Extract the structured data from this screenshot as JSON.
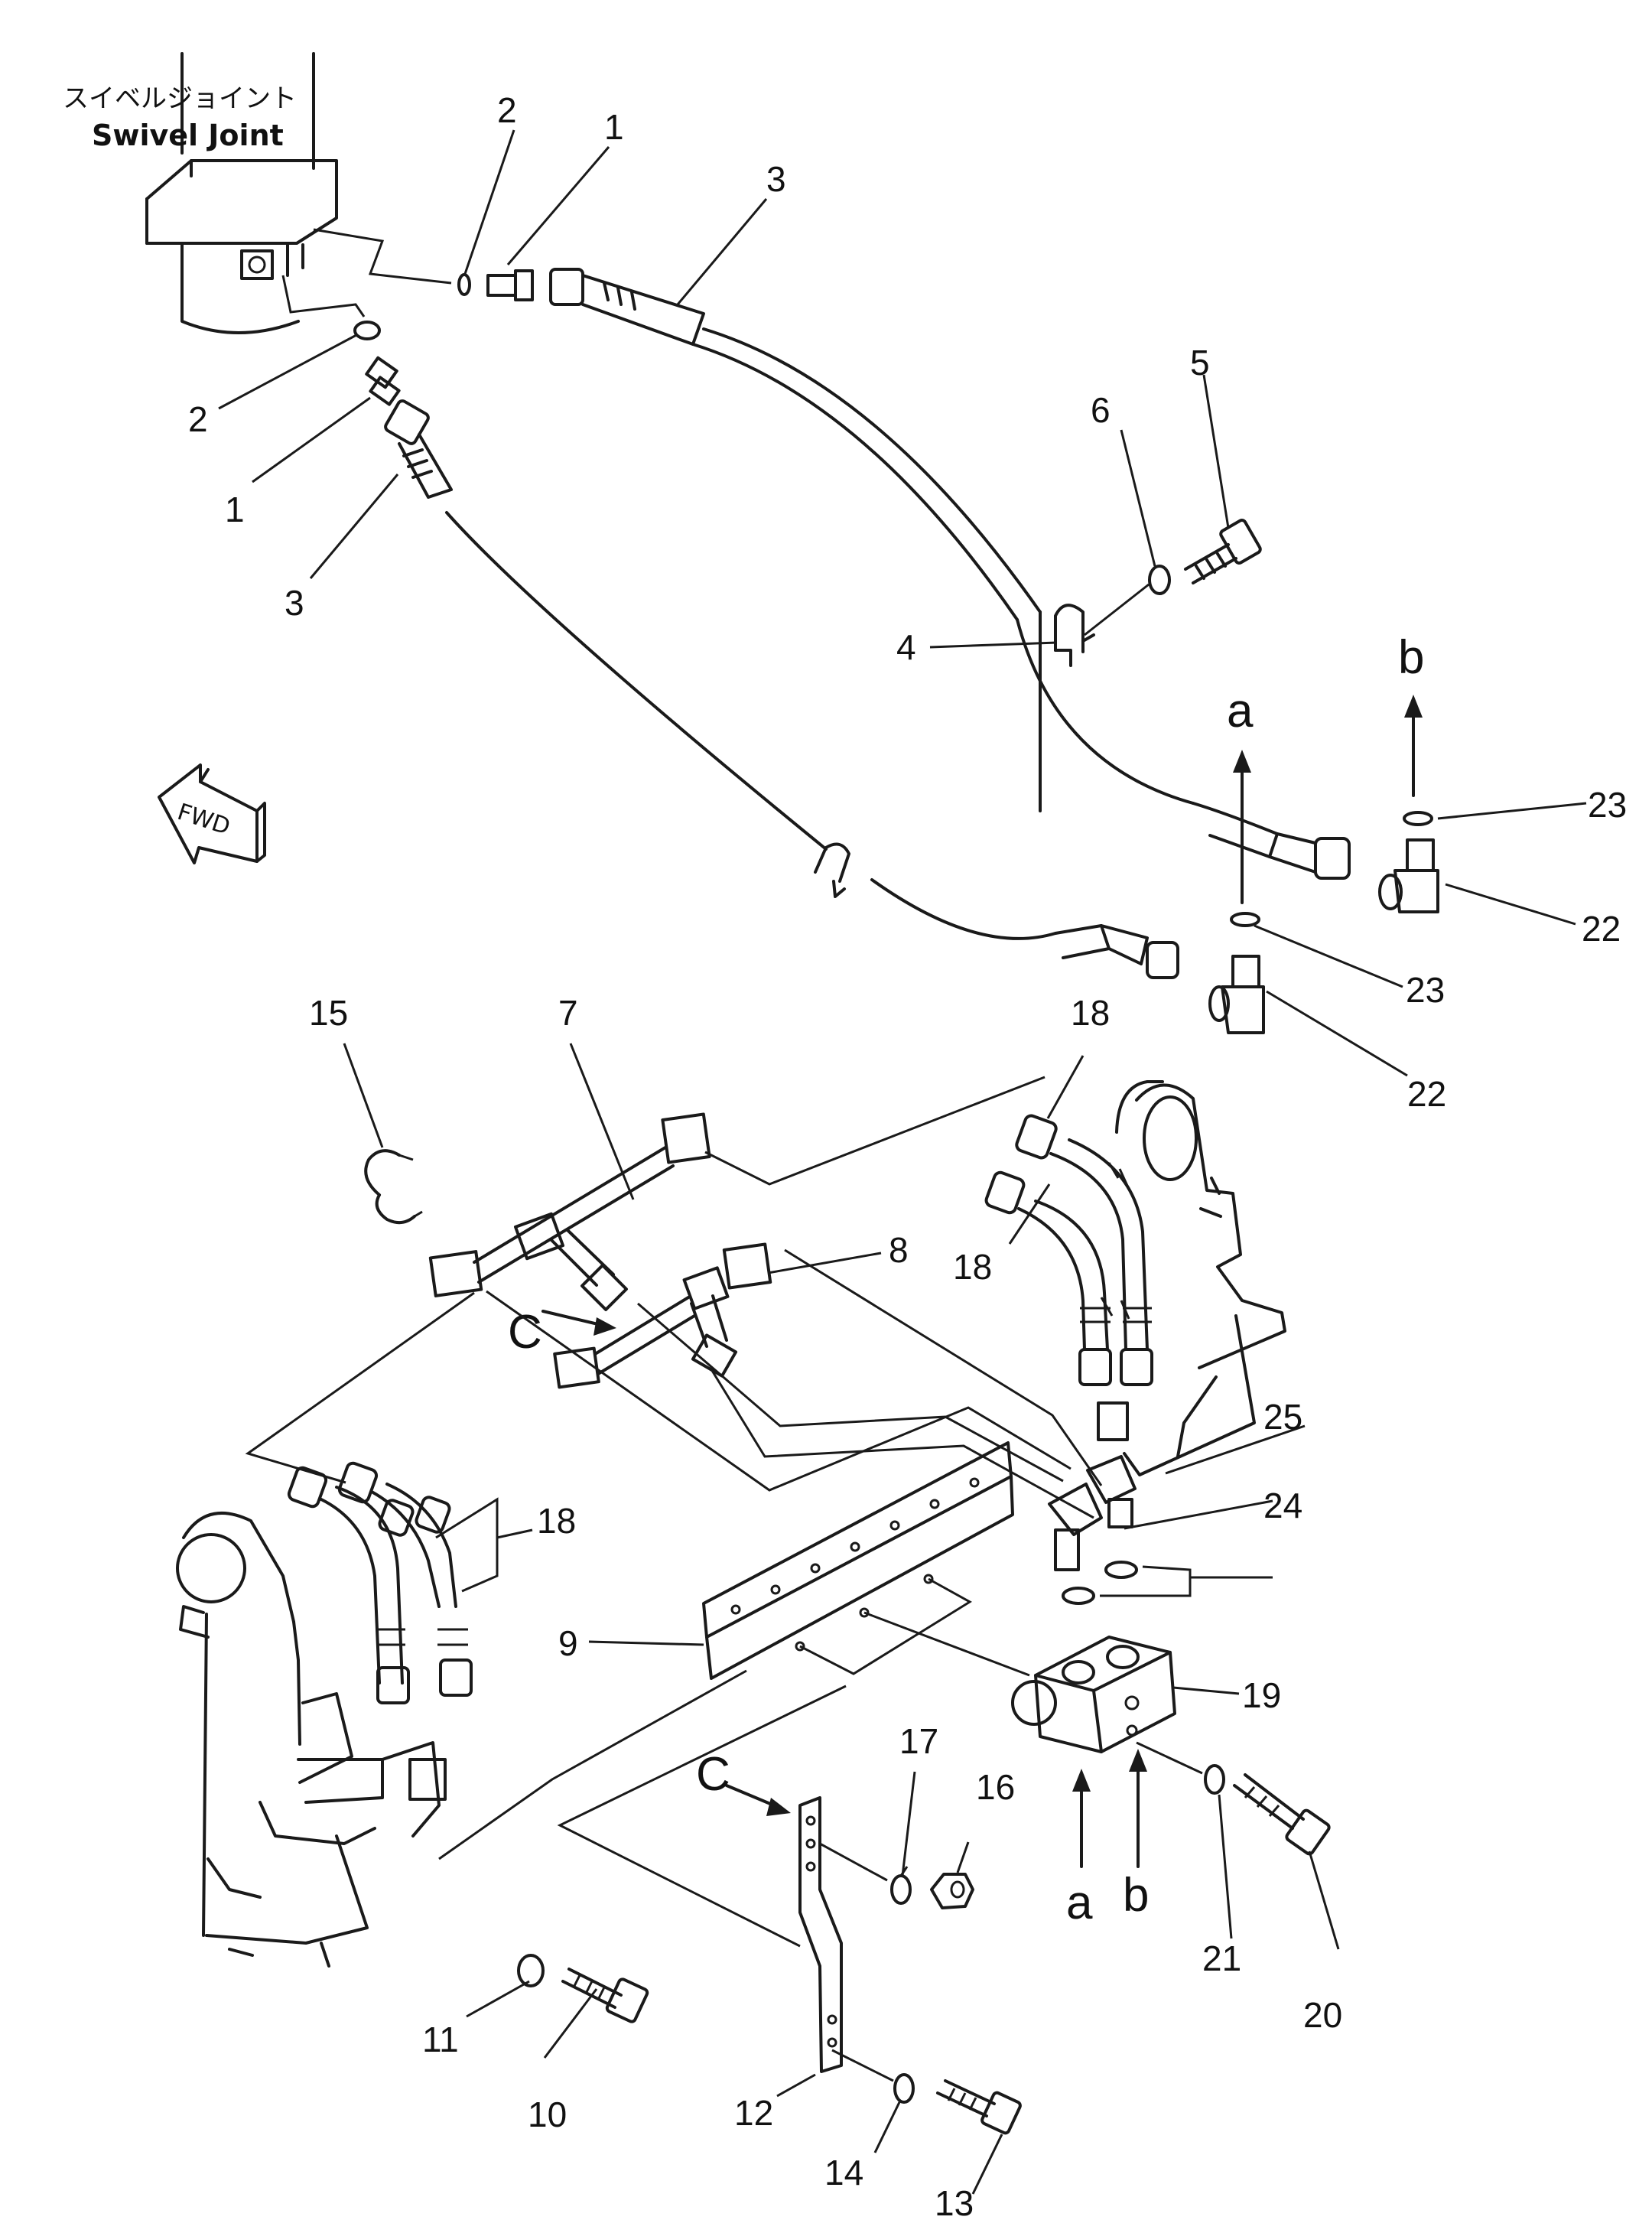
{
  "title_jp": "スイベルジョイント",
  "title_en": "Swivel  Joint",
  "fwd_label": "FWD",
  "callouts": {
    "n1a": "1",
    "n1b": "1",
    "n2a": "2",
    "n2b": "2",
    "n3a": "3",
    "n3b": "3",
    "n4": "4",
    "n5": "5",
    "n6": "6",
    "n7": "7",
    "n8": "8",
    "n9": "9",
    "n10": "10",
    "n11": "11",
    "n12": "12",
    "n13": "13",
    "n14": "14",
    "n15": "15",
    "n16": "16",
    "n17": "17",
    "n18a": "18",
    "n18b": "18",
    "n18c": "18",
    "n19": "19",
    "n20": "20",
    "n21": "21",
    "n22a": "22",
    "n22b": "22",
    "n23a": "23",
    "n23b": "23",
    "n24": "24",
    "n25": "25"
  },
  "arrow_labels": {
    "a_top": "a",
    "b_top": "b",
    "a_bottom": "a",
    "b_bottom": "b",
    "c_mid": "C",
    "c_bottom": "C"
  }
}
